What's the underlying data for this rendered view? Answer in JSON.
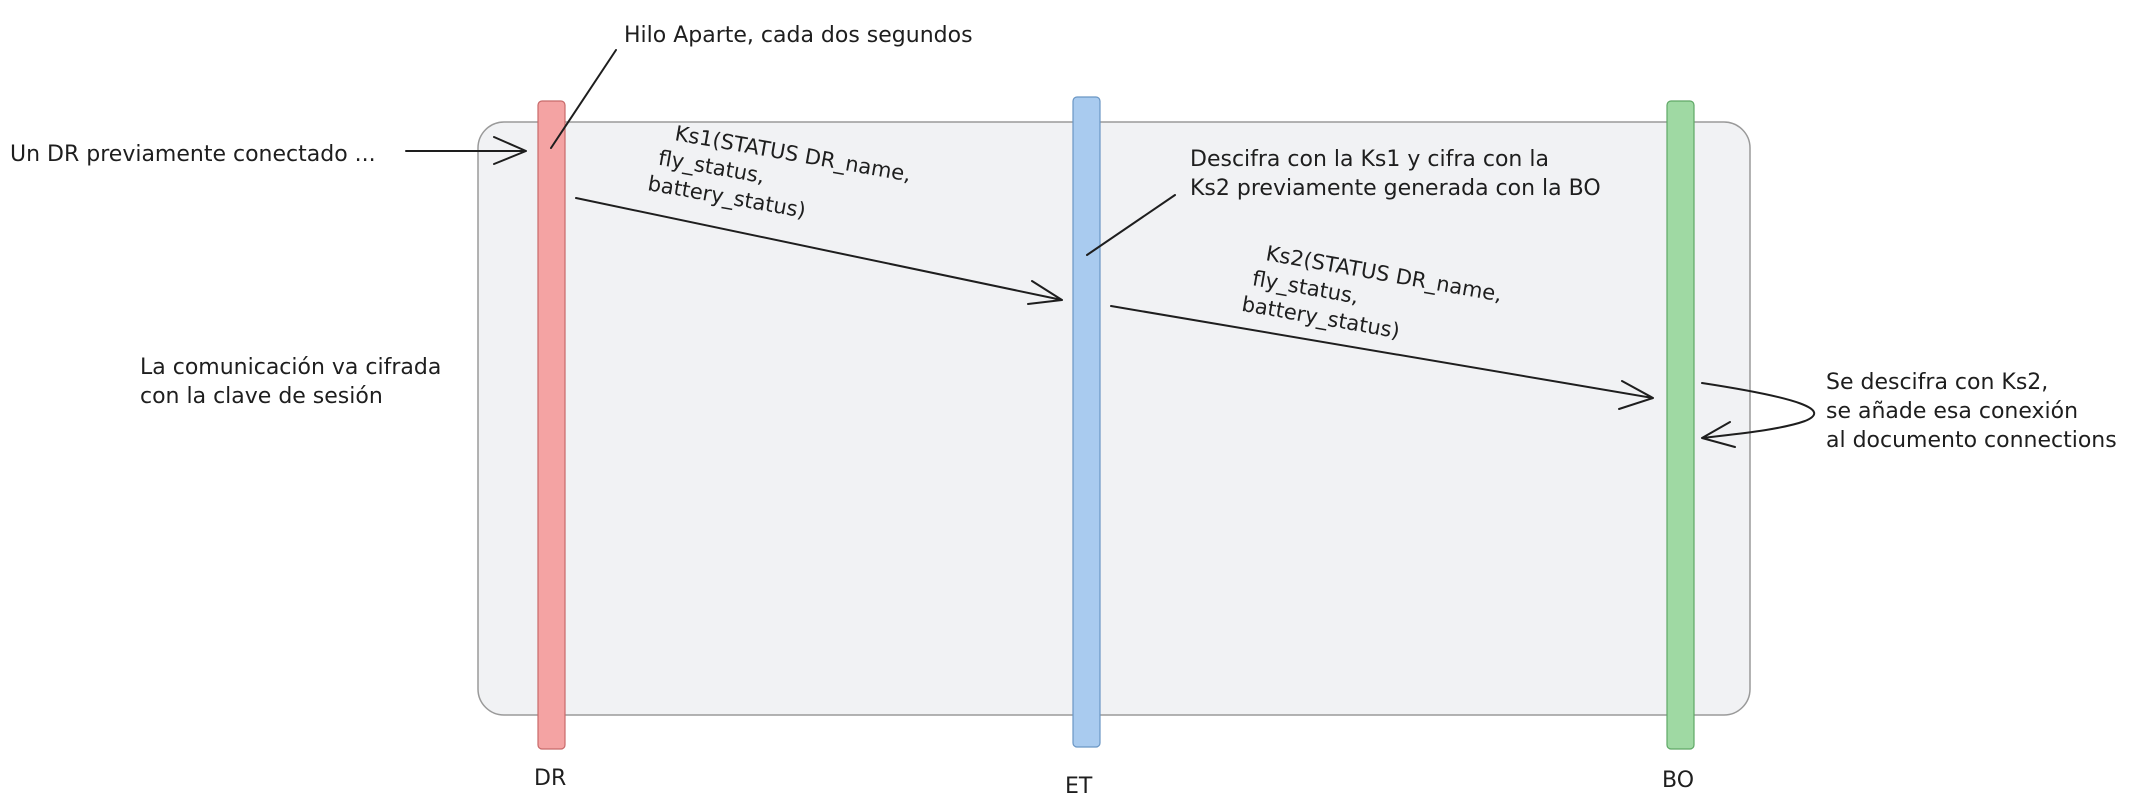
{
  "region": {
    "note_lines": [
      "La comunicación va cifrada",
      "con la clave de sesión"
    ],
    "fill_color": "#f1f2f4"
  },
  "lifelines": [
    {
      "id": "dr",
      "label": "DR",
      "color": "#f4a3a3"
    },
    {
      "id": "et",
      "label": "ET",
      "color": "#a9cbef"
    },
    {
      "id": "bo",
      "label": "BO",
      "color": "#9fd9a3"
    }
  ],
  "notes": {
    "thread": "Hilo Aparte, cada dos segundos",
    "prev_connected": "Un DR previamente conectado ...",
    "et_action": [
      "Descifra con la Ks1 y cifra con la",
      "Ks2 previamente generada con la BO"
    ],
    "bo_action": [
      "Se descifra con Ks2,",
      "se añade esa conexión",
      "al documento connections"
    ]
  },
  "messages": [
    {
      "from": "DR",
      "to": "ET",
      "lines": [
        "Ks1(STATUS DR_name,",
        "fly_status,",
        "battery_status)"
      ]
    },
    {
      "from": "ET",
      "to": "BO",
      "lines": [
        "Ks2(STATUS DR_name,",
        "fly_status,",
        "battery_status)"
      ]
    }
  ]
}
